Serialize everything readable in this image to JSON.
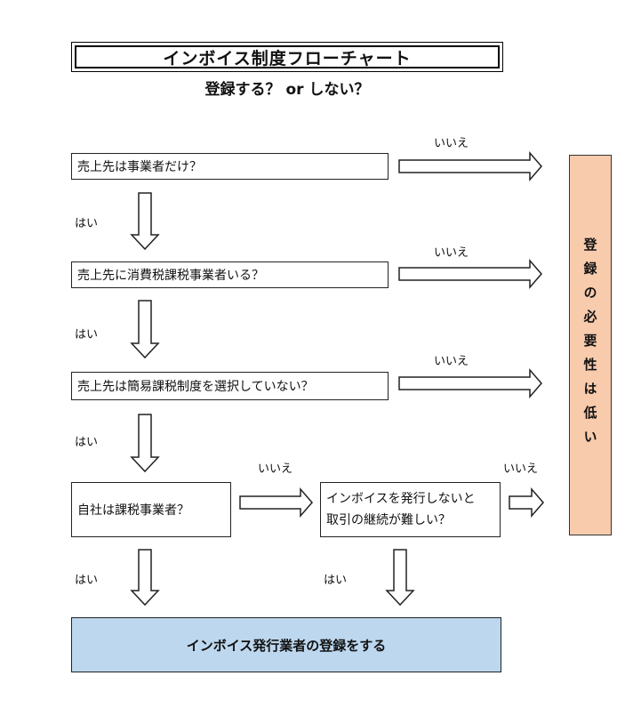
{
  "title": "インボイス制度フローチャート",
  "subtitle": "登録する？ or しない？",
  "questions": {
    "q1": "売上先は事業者だけ？",
    "q2": "売上先に消費税課税事業者いる？",
    "q3": "売上先は簡易課税制度を選択していない？",
    "q4": "自社は課税事業者？",
    "q5_line1": "インボイスを発行しないと",
    "q5_line2": "取引の継続が難しい？"
  },
  "labels": {
    "yes": "はい",
    "no": "いいえ"
  },
  "result_low": "登録の必要性は低い",
  "result_register": "インボイス発行業者の登録をする",
  "colors": {
    "result_low_bg": "#f8cbad",
    "result_register_bg": "#bdd7ee"
  }
}
